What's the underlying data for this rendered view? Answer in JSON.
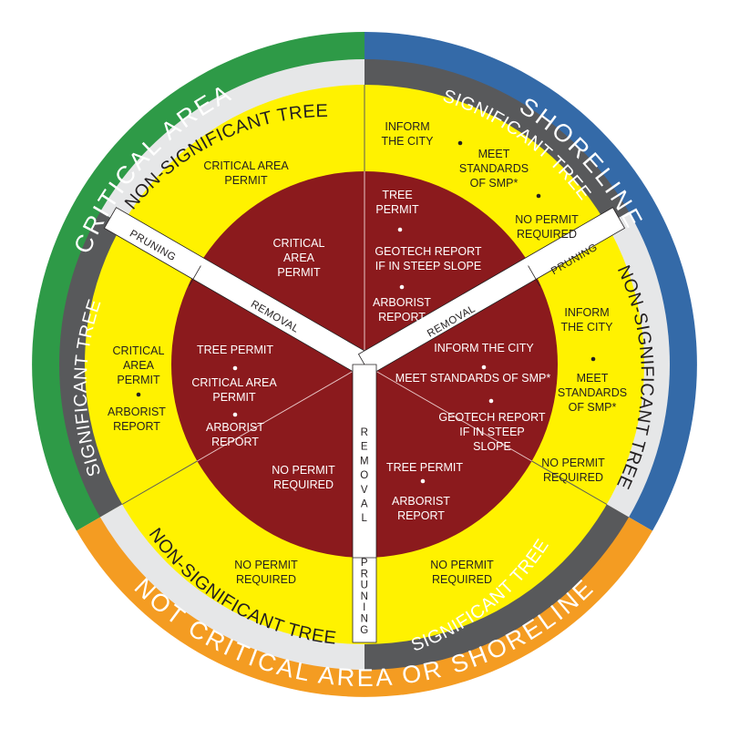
{
  "colors": {
    "critical_area": "#2e9a47",
    "shoreline": "#346aa8",
    "not_critical": "#f49c22",
    "significant_ring": "#58595b",
    "non_significant_ring": "#e6e7e8",
    "pruning_zone": "#fff200",
    "removal_zone": "#8b1a1d"
  },
  "outer": {
    "critical_area": "CRITICAL AREA",
    "shoreline": "SHORELINE",
    "not_critical": "NOT CRITICAL AREA OR SHORELINE"
  },
  "rings": {
    "ca_non_significant": "NON-SIGNIFICANT TREE",
    "ca_significant": "SIGNIFICANT TREE",
    "sh_significant": "SIGNIFICANT TREE",
    "sh_non_significant": "NON-SIGNIFICANT TREE",
    "nc_non_significant": "NON-SIGNIFICANT TREE",
    "nc_significant": "SIGNIFICANT TREE"
  },
  "bands": {
    "pruning": "PRUNING",
    "removal": "REMOVAL"
  },
  "pruning_cells": {
    "ca_non_significant": [
      "CRITICAL AREA",
      "PERMIT"
    ],
    "ca_significant": {
      "group1": [
        "CRITICAL",
        "AREA",
        "PERMIT"
      ],
      "group2": [
        "ARBORIST",
        "REPORT"
      ]
    },
    "sh_significant": {
      "group1": [
        "INFORM",
        "THE CITY"
      ],
      "group2": [
        "MEET",
        "STANDARDS",
        "OF SMP*"
      ],
      "group3": [
        "NO PERMIT",
        "REQUIRED"
      ]
    },
    "sh_non_significant": {
      "group1": [
        "INFORM",
        "THE CITY"
      ],
      "group2": [
        "MEET",
        "STANDARDS",
        "OF SMP*"
      ],
      "group3": [
        "NO PERMIT",
        "REQUIRED"
      ]
    },
    "nc_non_significant": [
      "NO PERMIT",
      "REQUIRED"
    ],
    "nc_significant": [
      "NO PERMIT",
      "REQUIRED"
    ]
  },
  "removal_cells": {
    "ca_non_significant": [
      "CRITICAL",
      "AREA",
      "PERMIT"
    ],
    "ca_significant": {
      "group1": [
        "TREE PERMIT"
      ],
      "group2": [
        "CRITICAL AREA",
        "PERMIT"
      ],
      "group3": [
        "ARBORIST",
        "REPORT"
      ]
    },
    "sh_significant": {
      "group1": [
        "TREE",
        "PERMIT"
      ],
      "group2": [
        "GEOTECH REPORT",
        "IF IN STEEP SLOPE"
      ],
      "group3": [
        "ARBORIST",
        "REPORT"
      ]
    },
    "sh_non_significant": {
      "group1": [
        "INFORM THE CITY"
      ],
      "group2": [
        "MEET STANDARDS OF SMP*"
      ],
      "group3": [
        "GEOTECH REPORT",
        "IF IN STEEP",
        "SLOPE"
      ]
    },
    "nc_non_significant": [
      "NO PERMIT",
      "REQUIRED"
    ],
    "nc_significant": {
      "group1": [
        "TREE PERMIT"
      ],
      "group2": [
        "ARBORIST",
        "REPORT"
      ]
    }
  }
}
